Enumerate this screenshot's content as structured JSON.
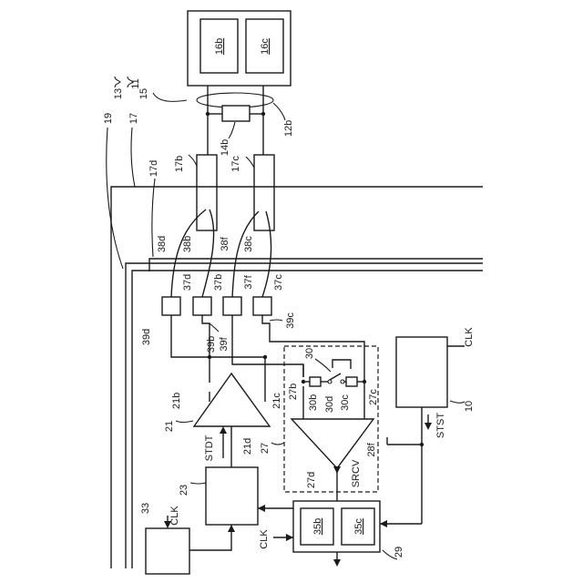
{
  "labels": {
    "l11": "11",
    "l13": "13",
    "l15": "15",
    "l17": "17",
    "l19": "19",
    "l16b": "16b",
    "l16c": "16c",
    "l12b": "12b",
    "l14b": "14b",
    "l17b": "17b",
    "l17c": "17c",
    "l17d": "17d",
    "l38d": "38d",
    "l38b": "38b",
    "l38f": "38f",
    "l38c": "38c",
    "l37d": "37d",
    "l37b": "37b",
    "l37f": "37f",
    "l37c": "37c",
    "l39d": "39d",
    "l39b": "39b",
    "l39f": "39f",
    "l39c": "39c",
    "l21": "21",
    "l21b": "21b",
    "l21c": "21c",
    "l21d": "21d",
    "l27": "27",
    "l27b": "27b",
    "l27c": "27c",
    "l27d": "27d",
    "l28f": "28f",
    "l30": "30",
    "l30b": "30b",
    "l30c": "30c",
    "l30d": "30d",
    "l10": "10",
    "l23": "23",
    "l29": "29",
    "l33": "33",
    "l35b": "35b",
    "l35c": "35c",
    "stdt": "STDT",
    "srcv": "SRCV",
    "stst": "STST",
    "clk": "CLK"
  }
}
